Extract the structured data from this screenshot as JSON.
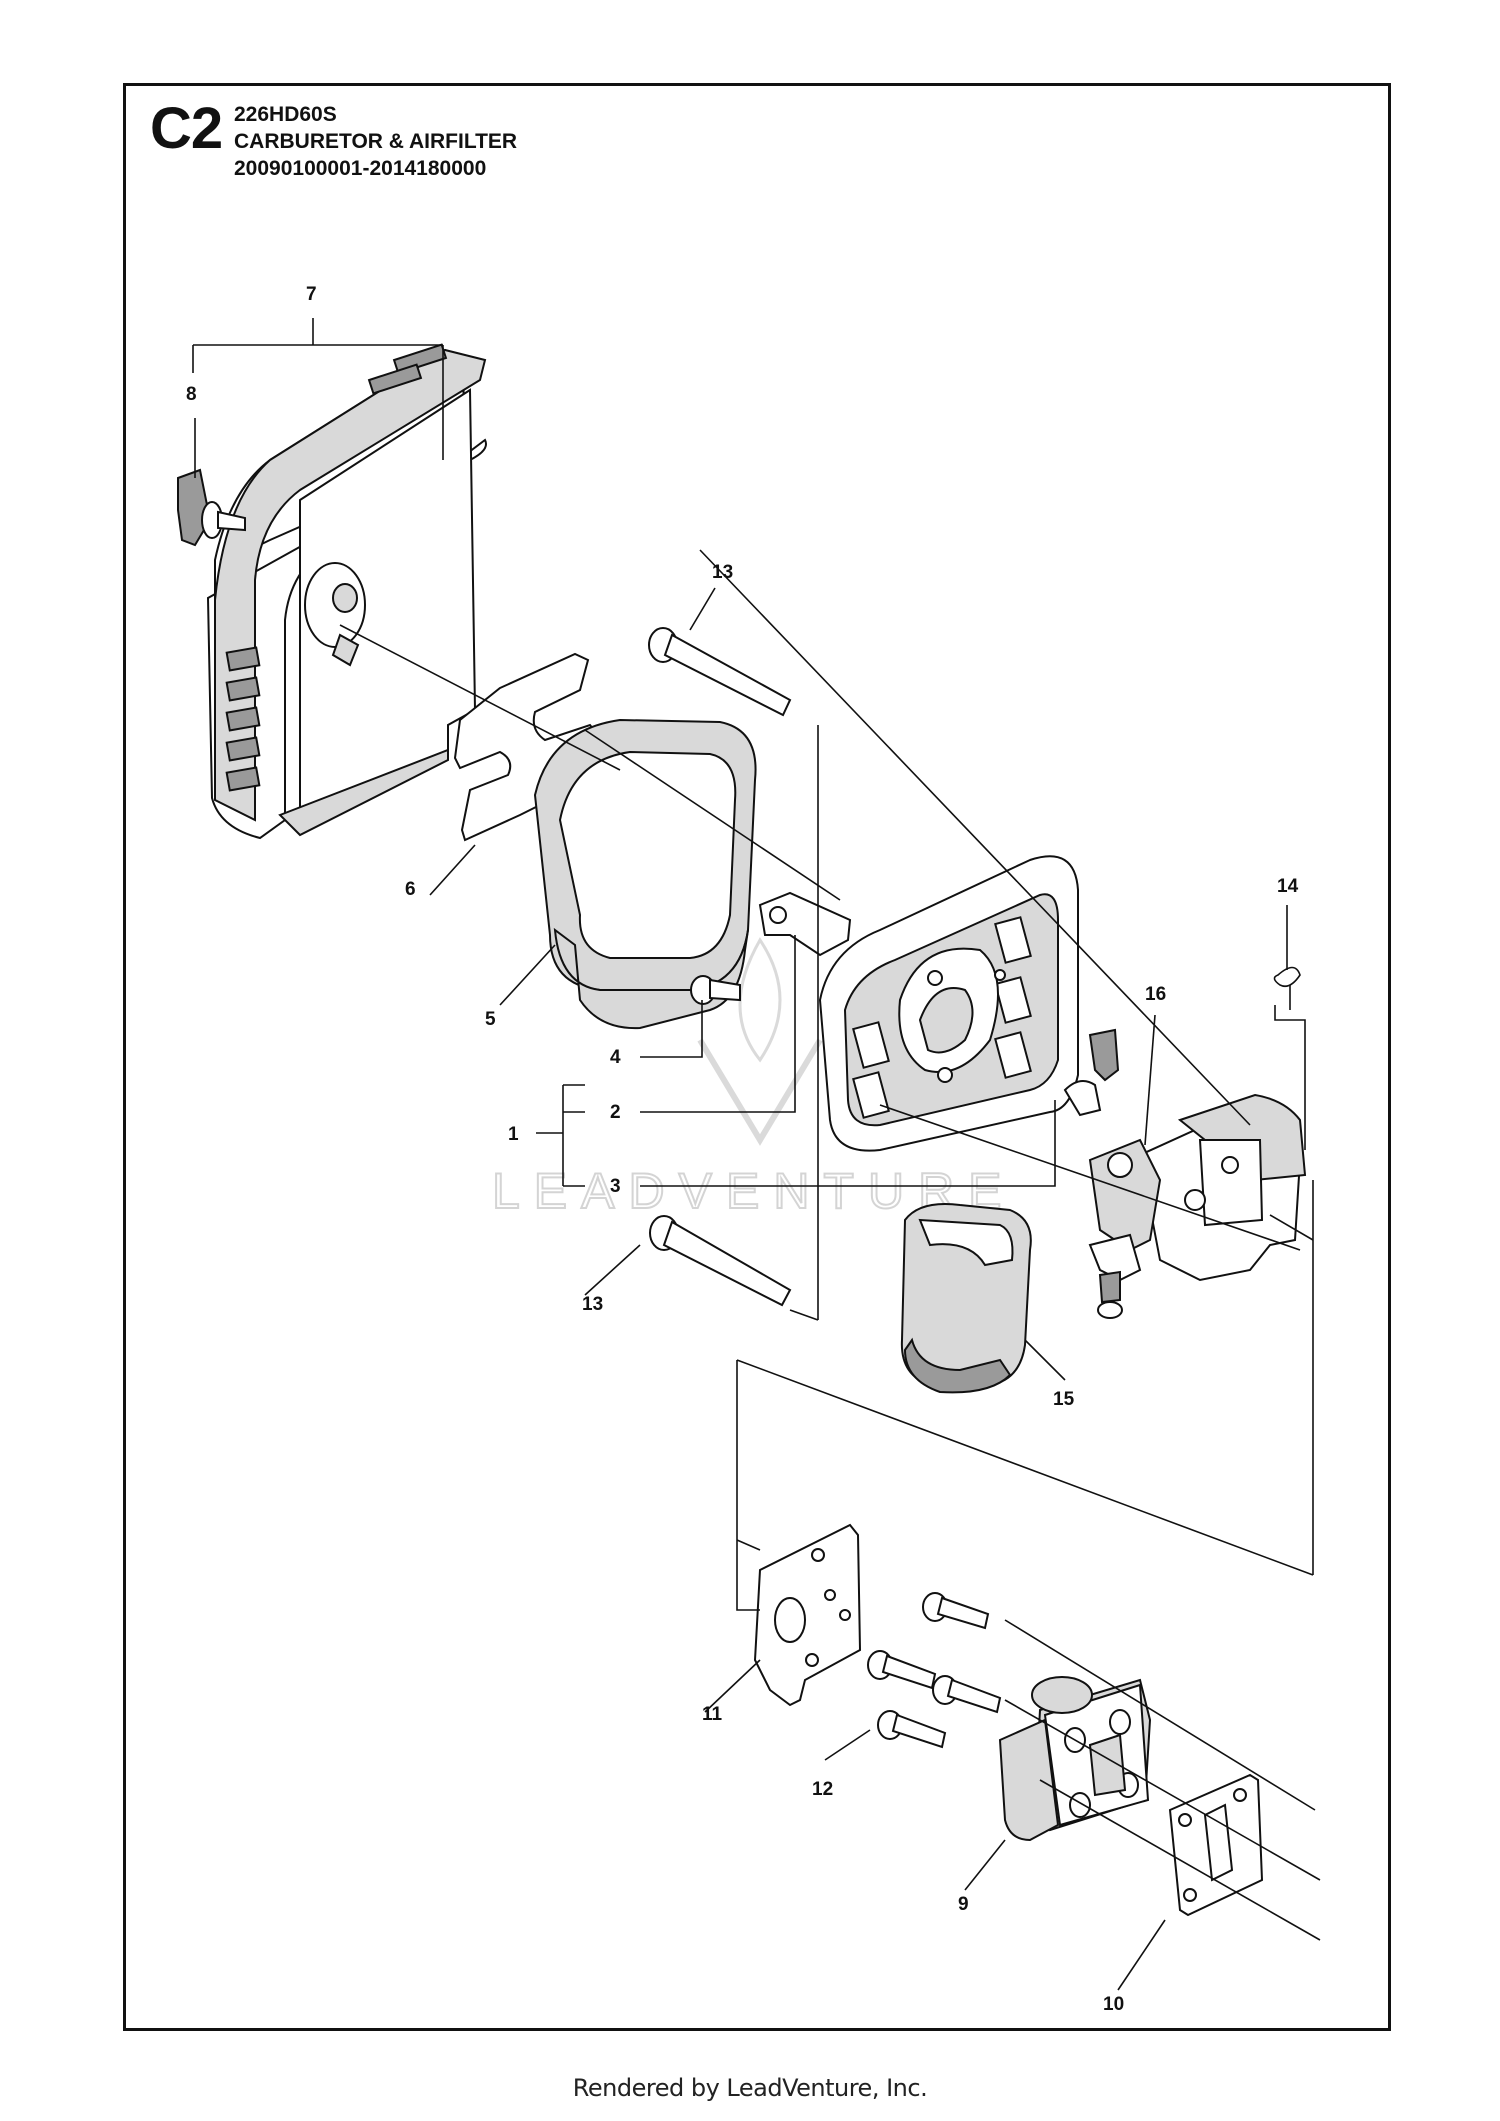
{
  "header": {
    "code": "C2",
    "model": "226HD60S",
    "title": "CARBURETOR & AIRFILTER",
    "serial_range": "20090100001-2014180000"
  },
  "callouts": [
    "7",
    "8",
    "13",
    "6",
    "5",
    "14",
    "16",
    "4",
    "2",
    "1",
    "3",
    "13",
    "15",
    "11",
    "12",
    "9",
    "10"
  ],
  "watermark": "LEADVENTURE",
  "footer": "Rendered by LeadVenture, Inc."
}
